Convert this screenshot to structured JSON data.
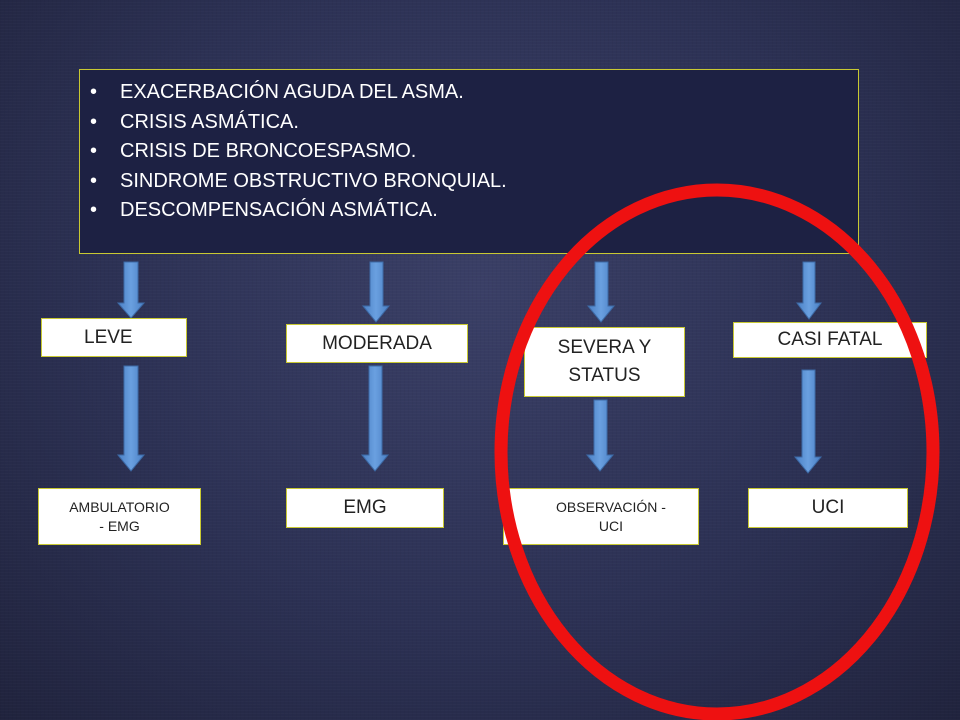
{
  "main_box": {
    "items": [
      "EXACERBACIÓN AGUDA DEL ASMA.",
      "CRISIS ASMÁTICA.",
      "CRISIS DE BRONCOESPASMO.",
      "SINDROME OBSTRUCTIVO BRONQUIAL.",
      "DESCOMPENSACIÓN ASMÁTICA."
    ],
    "bullet": "•"
  },
  "severity": {
    "leve": "LEVE",
    "moderada": "MODERADA",
    "severa_line1": "SEVERA Y",
    "severa_line2": "STATUS",
    "casi_fatal": "CASI FATAL"
  },
  "destination": {
    "ambulatorio_line1": "AMBULATORIO",
    "ambulatorio_line2": "- EMG",
    "emg": "EMG",
    "observacion_line1": "OBSERVACIÓN -",
    "observacion_line2": "UCI",
    "uci": "UCI"
  },
  "colors": {
    "background": "#2c3154",
    "box_border": "#c8c832",
    "arrow_fill": "#5b8fd0",
    "arrow_stroke": "#3d6aa6",
    "highlight": "#ee1111"
  },
  "icons": {
    "arrow": "down-arrow-icon",
    "highlight": "red-ellipse-highlight"
  }
}
